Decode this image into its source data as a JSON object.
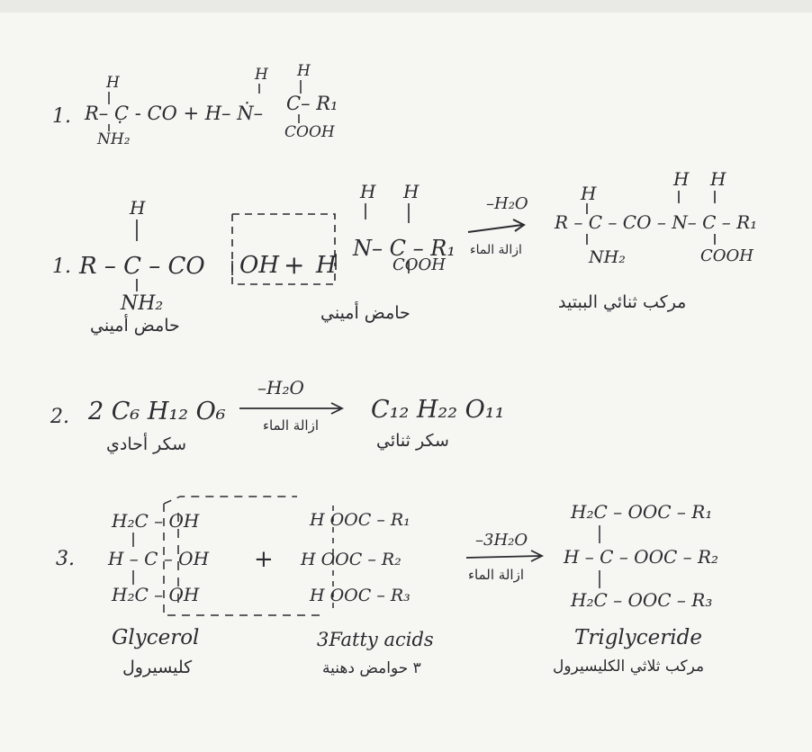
{
  "document": {
    "line1": {
      "number": "1.",
      "H_top_left": "H",
      "left_chain": "R– C̣ - CO + H– Ṅ–",
      "H_top_mid": "H",
      "H_top_right": "H",
      "right_chain": "C– R₁",
      "nh2": "NH₂",
      "cooh": "COOH"
    },
    "reaction1": {
      "number": "1.",
      "H_top": "H",
      "chain_left": "R – C – CO",
      "oh": "OH",
      "plus": "+",
      "h_right": "H",
      "n_chain": "N– C – R₁",
      "H_n": "H",
      "H_c": "H",
      "cooh": "COOH",
      "nh2": "NH₂",
      "arrow_top": "–H₂O",
      "arrow_bottom": "ازالة الماء",
      "product_H1": "H",
      "product_H2": "H",
      "product_H3": "H",
      "product_chain": "R – C – CO – N– C – R₁",
      "product_nh2": "NH₂",
      "product_cooh": "COOH",
      "label_left": "حامض أميني",
      "label_mid": "حامض أميني",
      "label_right": "مركب ثنائي الببتيد"
    },
    "reaction2": {
      "number": "2.",
      "reactant": "2 C₆ H₁₂ O₆",
      "arrow_top": "–H₂O",
      "arrow_bottom": "ازالة الماء",
      "product": "C₁₂ H₂₂ O₁₁",
      "label_left": "سكر أحادي",
      "label_right": "سكر ثنائي"
    },
    "reaction3": {
      "number": "3.",
      "gly_row1": "H₂C – OH",
      "gly_row2": "H – C – OH",
      "gly_row3": "H₂C – OH",
      "plus": "+",
      "fa_row1": "H   OOC – R₁",
      "fa_row2": "H   OOC – R₂",
      "fa_row3": "H   OOC – R₃",
      "arrow_top": "–3H₂O",
      "arrow_bottom": "ازالة الماء",
      "tri_row1": "H₂C – OOC – R₁",
      "tri_row2": "H – C – OOC – R₂",
      "tri_row3": "H₂C – OOC – R₃",
      "label_gly_en": "Glycerol",
      "label_gly_ar": "كليسيرول",
      "label_fa_en": "3Fatty acids",
      "label_fa_ar": "٣ حوامض دهنية",
      "label_tri_en": "Triglyceride",
      "label_tri_ar": "مركب ثلاثي الكليسيرول"
    },
    "colors": {
      "paper": "#f6f6f3",
      "ink": "#2b2b30"
    }
  }
}
